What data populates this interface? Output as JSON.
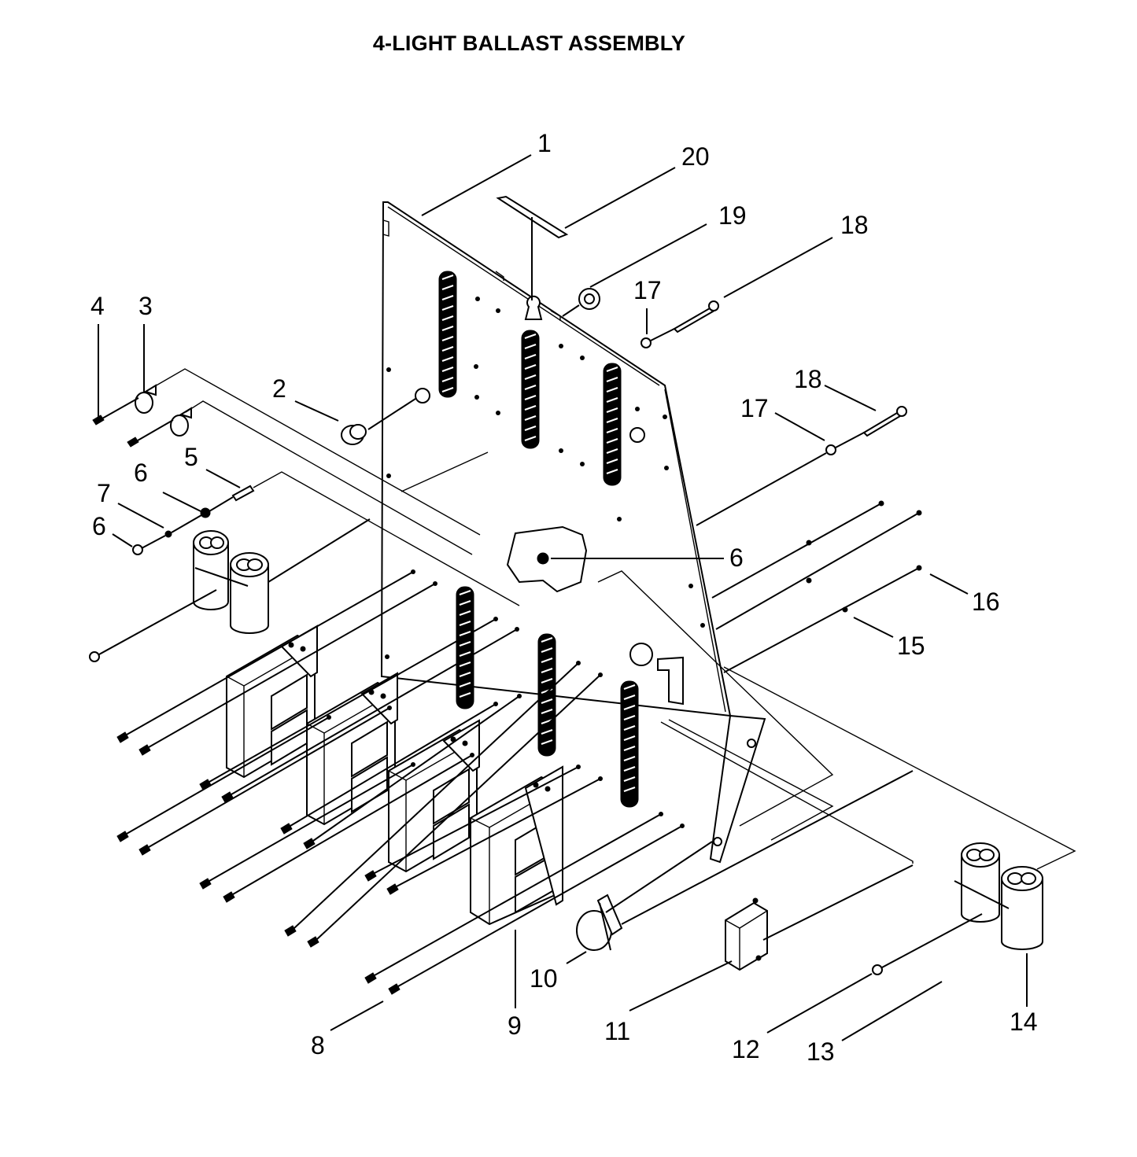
{
  "title": "4-LIGHT BALLAST ASSEMBLY",
  "callouts": [
    {
      "id": "c1",
      "label": "1"
    },
    {
      "id": "c20",
      "label": "20"
    },
    {
      "id": "c19",
      "label": "19"
    },
    {
      "id": "c18a",
      "label": "18"
    },
    {
      "id": "c17a",
      "label": "17"
    },
    {
      "id": "c4",
      "label": "4"
    },
    {
      "id": "c3",
      "label": "3"
    },
    {
      "id": "c2",
      "label": "2"
    },
    {
      "id": "c18b",
      "label": "18"
    },
    {
      "id": "c17b",
      "label": "17"
    },
    {
      "id": "c5",
      "label": "5"
    },
    {
      "id": "c6a",
      "label": "6"
    },
    {
      "id": "c7",
      "label": "7"
    },
    {
      "id": "c6b",
      "label": "6"
    },
    {
      "id": "c6c",
      "label": "6"
    },
    {
      "id": "c16",
      "label": "16"
    },
    {
      "id": "c15",
      "label": "15"
    },
    {
      "id": "c10",
      "label": "10"
    },
    {
      "id": "c9",
      "label": "9"
    },
    {
      "id": "c8",
      "label": "8"
    },
    {
      "id": "c11",
      "label": "11"
    },
    {
      "id": "c12",
      "label": "12"
    },
    {
      "id": "c13",
      "label": "13"
    },
    {
      "id": "c14",
      "label": "14"
    }
  ]
}
